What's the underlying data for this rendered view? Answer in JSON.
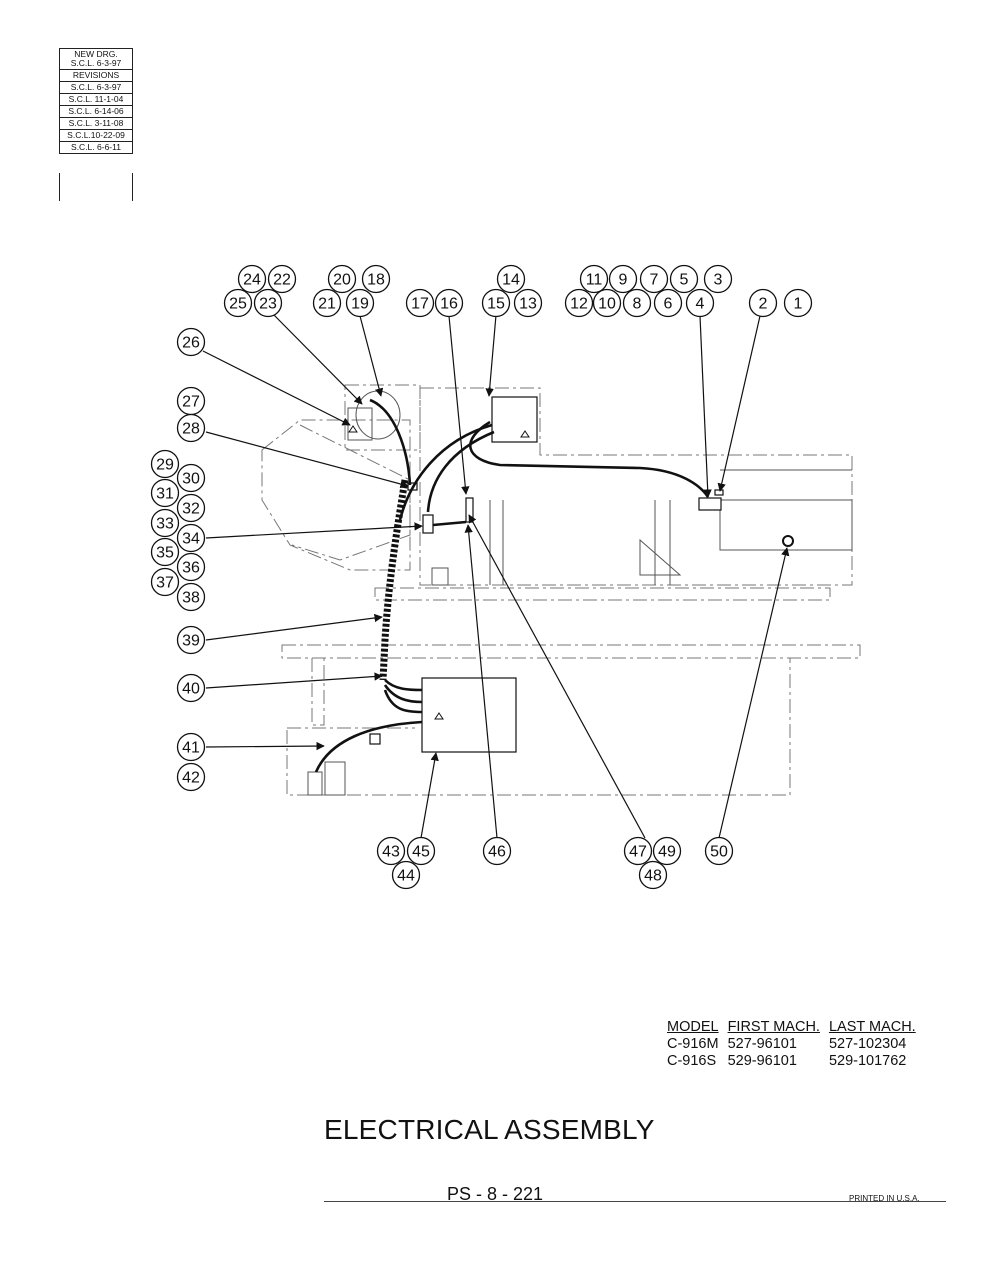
{
  "revisions": {
    "new_drawing": [
      "NEW DRG.",
      "S.C.L. 6-3-97"
    ],
    "header": "REVISIONS",
    "entries": [
      "S.C.L. 6-3-97",
      "S.C.L. 11-1-04",
      "S.C.L. 6-14-06",
      "S.C.L. 3-11-08",
      "S.C.L.10-22-09",
      "S.C.L. 6-6-11"
    ]
  },
  "callouts": [
    "1",
    "2",
    "3",
    "4",
    "5",
    "6",
    "7",
    "8",
    "9",
    "10",
    "11",
    "12",
    "13",
    "14",
    "15",
    "16",
    "17",
    "18",
    "19",
    "20",
    "21",
    "22",
    "23",
    "24",
    "25",
    "26",
    "27",
    "28",
    "29",
    "30",
    "31",
    "32",
    "33",
    "34",
    "35",
    "36",
    "37",
    "38",
    "39",
    "40",
    "41",
    "42",
    "43",
    "44",
    "45",
    "46",
    "47",
    "48",
    "49",
    "50"
  ],
  "model_table": {
    "headers": [
      "MODEL",
      "FIRST MACH.",
      "LAST MACH."
    ],
    "rows": [
      [
        "C-916M",
        "527-96101",
        "527-102304"
      ],
      [
        "C-916S",
        "529-96101",
        "529-101762"
      ]
    ]
  },
  "title": "ELECTRICAL ASSEMBLY",
  "page_number": "PS - 8 - 221",
  "printed": "PRINTED IN U.S.A."
}
